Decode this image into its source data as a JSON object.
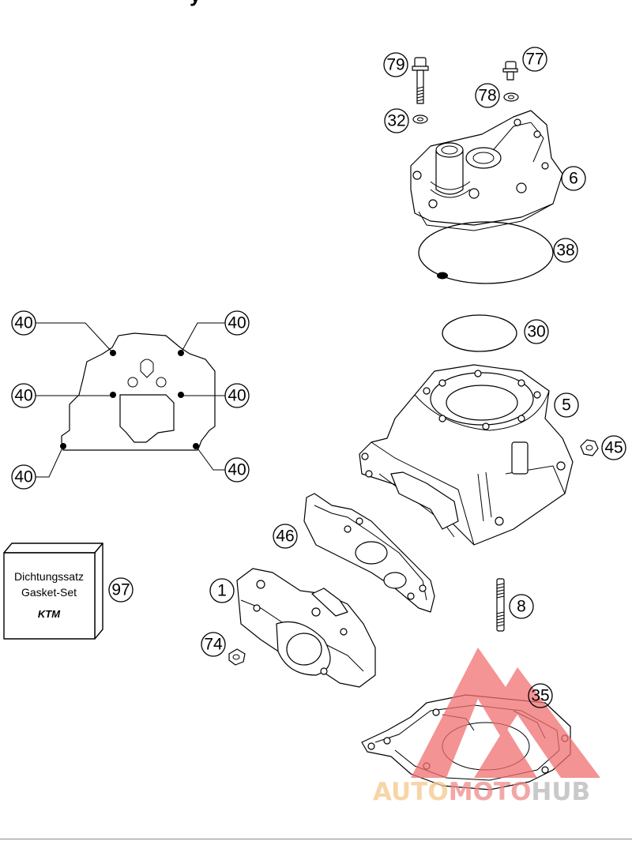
{
  "title_fragment": "y",
  "callouts": {
    "c79": "79",
    "c77": "77",
    "c78": "78",
    "c32": "32",
    "c6": "6",
    "c38": "38",
    "c30": "30",
    "c5": "5",
    "c45": "45",
    "c46": "46",
    "c1": "1",
    "c97": "97",
    "c74": "74",
    "c8": "8",
    "c35": "35",
    "c40a": "40",
    "c40b": "40",
    "c40c": "40",
    "c40d": "40",
    "c40e": "40",
    "c40f": "40"
  },
  "gasket_set_box": {
    "line1": "Dichtungssatz",
    "line2": "Gasket-Set",
    "logo": "KTM"
  },
  "watermark": {
    "part1": "AUTO",
    "part2": "MOTO",
    "part3": "HUB",
    "colors": {
      "auto": "#f5c88a",
      "moto": "#f08a8a",
      "hub": "#b8b8b8",
      "triangle": "#f07070"
    }
  }
}
